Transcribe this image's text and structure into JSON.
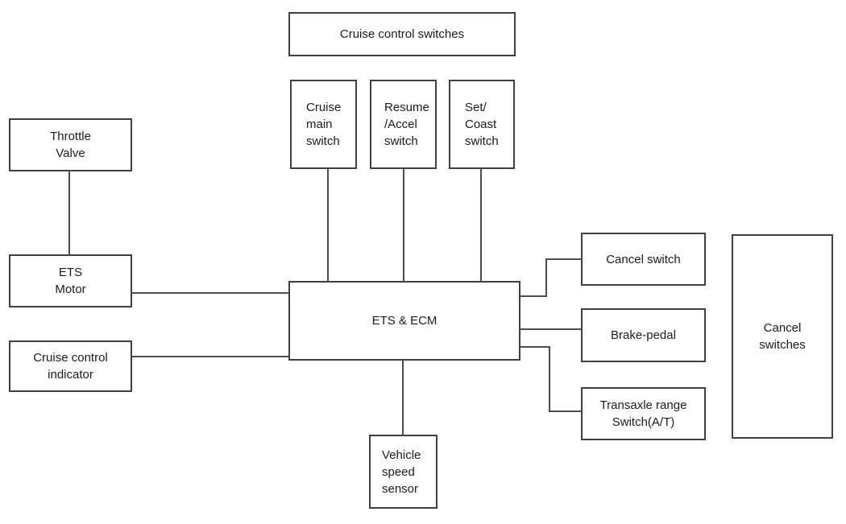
{
  "diagram": {
    "title": "Cruise control switches",
    "colors": {
      "background": "#ffffff",
      "box_fill": "#ffffff",
      "border": "#3f3f3f",
      "line": "#4d4d4d",
      "text": "#1c1c1c"
    },
    "nodes": {
      "cruise_control_switches": {
        "label": "Cruise control switches"
      },
      "cruise_main_switch": {
        "label": "Cruise\nmain\nswitch"
      },
      "resume_accel_switch": {
        "label": "Resume\n/Accel\nswitch"
      },
      "set_coast_switch": {
        "label": "Set/\nCoast\nswitch"
      },
      "throttle_valve": {
        "label": "Throttle\nValve"
      },
      "ets_motor": {
        "label": "ETS\nMotor"
      },
      "cruise_control_indicator": {
        "label": "Cruise control\nindicator"
      },
      "ets_ecm": {
        "label": "ETS & ECM"
      },
      "cancel_switch": {
        "label": "Cancel switch"
      },
      "brake_pedal": {
        "label": "Brake-pedal"
      },
      "transaxle_range_switch": {
        "label": "Transaxle range\nSwitch(A/T)"
      },
      "cancel_switches": {
        "label": "Cancel\nswitches"
      },
      "vehicle_speed_sensor": {
        "label": "Vehicle\nspeed\nsensor"
      }
    },
    "connections": [
      "throttle_valve - ets_motor",
      "ets_motor - ets_ecm",
      "cruise_control_indicator - ets_ecm",
      "cruise_main_switch - ets_ecm",
      "resume_accel_switch - ets_ecm",
      "set_coast_switch - ets_ecm",
      "ets_ecm - vehicle_speed_sensor",
      "ets_ecm - cancel_switch",
      "ets_ecm - brake_pedal",
      "ets_ecm - transaxle_range_switch"
    ]
  }
}
